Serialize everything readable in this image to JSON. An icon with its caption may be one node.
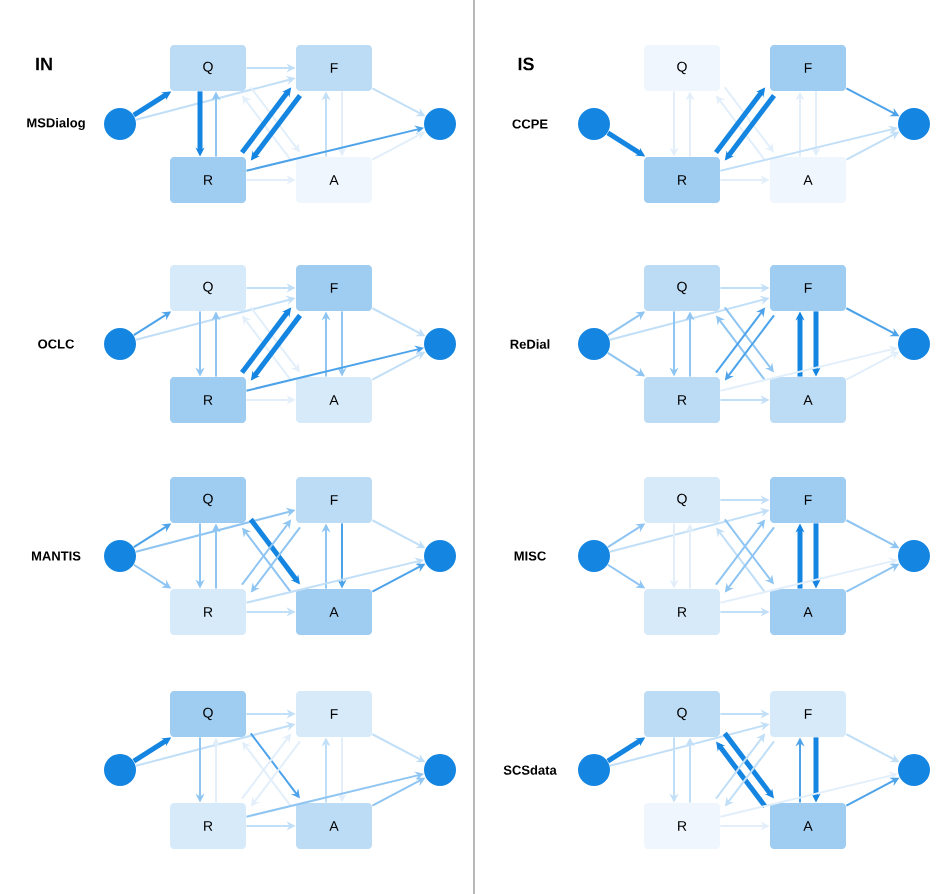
{
  "diagram": {
    "nodes": [
      {
        "text": [],
        "shape": "circle"
      },
      {
        "text": [
          "Q"
        ]
      },
      {
        "text": [
          "F"
        ]
      },
      {
        "text": [
          "R"
        ]
      },
      {
        "text": [
          "A"
        ]
      },
      {
        "text": [],
        "shape": "circle"
      },
      {
        "text": [],
        "shape": "circle"
      },
      {
        "text": [
          "Q"
        ]
      },
      {
        "text": [
          "F"
        ]
      },
      {
        "text": [
          "R"
        ]
      },
      {
        "text": [
          "A"
        ]
      },
      {
        "text": [],
        "shape": "circle"
      },
      {
        "text": [],
        "shape": "circle"
      },
      {
        "text": [
          "Q"
        ]
      },
      {
        "text": [
          "F"
        ]
      },
      {
        "text": [
          "R"
        ]
      },
      {
        "text": [
          "A"
        ]
      },
      {
        "text": [],
        "shape": "circle"
      },
      {
        "text": [],
        "shape": "circle"
      },
      {
        "text": [
          "Q"
        ]
      },
      {
        "text": [
          "F"
        ]
      },
      {
        "text": [
          "R"
        ]
      },
      {
        "text": [
          "A"
        ]
      },
      {
        "text": [],
        "shape": "circle"
      },
      {
        "text": [],
        "shape": "circle"
      },
      {
        "text": [
          "Q"
        ]
      },
      {
        "text": [
          "F"
        ]
      },
      {
        "text": [
          "R"
        ]
      },
      {
        "text": [
          "A"
        ]
      },
      {
        "text": [],
        "shape": "circle"
      },
      {
        "text": [],
        "shape": "circle"
      },
      {
        "text": [
          "Q"
        ]
      },
      {
        "text": [
          "F"
        ]
      },
      {
        "text": [
          "R"
        ]
      },
      {
        "text": [
          "A"
        ]
      },
      {
        "text": [],
        "shape": "circle"
      },
      {
        "text": [],
        "shape": "circle"
      },
      {
        "text": [
          "Q"
        ]
      },
      {
        "text": [
          "F"
        ]
      },
      {
        "text": [
          "R"
        ]
      },
      {
        "text": [
          "A"
        ]
      },
      {
        "text": [],
        "shape": "circle"
      },
      {
        "text": [],
        "shape": "circle"
      },
      {
        "text": [
          "Q"
        ]
      },
      {
        "text": [
          "F"
        ]
      },
      {
        "text": [
          "R"
        ]
      },
      {
        "text": [
          "A"
        ]
      },
      {
        "text": [],
        "shape": "circle"
      }
    ],
    "edges": [
      {
        "from": 0,
        "to": 1,
        "arrow": "to",
        "style": "thick",
        "color": "#1585e2"
      },
      {
        "from": 0,
        "to": 2,
        "arrow": "to",
        "color": "#c2dff8"
      },
      {
        "from": 1,
        "to": 3,
        "arrow": "to",
        "style": "thick",
        "color": "#1585e2"
      },
      {
        "from": 3,
        "to": 1,
        "arrow": "to",
        "color": "#8fc5f2"
      },
      {
        "from": 1,
        "to": 2,
        "arrow": "to",
        "color": "#c2dff8"
      },
      {
        "from": 1,
        "to": 4,
        "arrow": "to",
        "color": "#e2effb"
      },
      {
        "from": 4,
        "to": 1,
        "arrow": "to",
        "color": "#e2effb"
      },
      {
        "from": 3,
        "to": 2,
        "arrow": "to",
        "style": "thick",
        "color": "#1585e2"
      },
      {
        "from": 2,
        "to": 3,
        "arrow": "to",
        "style": "thick",
        "color": "#1585e2"
      },
      {
        "from": 2,
        "to": 4,
        "arrow": "to",
        "color": "#e2effb"
      },
      {
        "from": 4,
        "to": 2,
        "arrow": "to",
        "color": "#c2dff8"
      },
      {
        "from": 3,
        "to": 4,
        "arrow": "to",
        "color": "#e2effb"
      },
      {
        "from": 2,
        "to": 5,
        "arrow": "to",
        "color": "#c2dff8"
      },
      {
        "from": 3,
        "to": 5,
        "arrow": "to",
        "color": "#4da3ea"
      },
      {
        "from": 4,
        "to": 5,
        "arrow": "to",
        "color": "#e2effb"
      },
      {
        "from": 6,
        "to": 7,
        "arrow": "to",
        "color": "#4da3ea"
      },
      {
        "from": 6,
        "to": 8,
        "arrow": "to",
        "color": "#c2dff8"
      },
      {
        "from": 7,
        "to": 9,
        "arrow": "to",
        "color": "#8fc5f2"
      },
      {
        "from": 9,
        "to": 7,
        "arrow": "to",
        "color": "#8fc5f2"
      },
      {
        "from": 7,
        "to": 8,
        "arrow": "to",
        "color": "#c2dff8"
      },
      {
        "from": 7,
        "to": 10,
        "arrow": "to",
        "color": "#e2effb"
      },
      {
        "from": 10,
        "to": 7,
        "arrow": "to",
        "color": "#e2effb"
      },
      {
        "from": 9,
        "to": 8,
        "arrow": "to",
        "style": "thick",
        "color": "#1585e2"
      },
      {
        "from": 8,
        "to": 9,
        "arrow": "to",
        "style": "thick",
        "color": "#1585e2"
      },
      {
        "from": 8,
        "to": 10,
        "arrow": "to",
        "color": "#8fc5f2"
      },
      {
        "from": 10,
        "to": 8,
        "arrow": "to",
        "color": "#8fc5f2"
      },
      {
        "from": 9,
        "to": 10,
        "arrow": "to",
        "color": "#e2effb"
      },
      {
        "from": 8,
        "to": 11,
        "arrow": "to",
        "color": "#c2dff8"
      },
      {
        "from": 9,
        "to": 11,
        "arrow": "to",
        "color": "#4da3ea"
      },
      {
        "from": 10,
        "to": 11,
        "arrow": "to",
        "color": "#c2dff8"
      },
      {
        "from": 12,
        "to": 13,
        "arrow": "to",
        "color": "#4da3ea"
      },
      {
        "from": 12,
        "to": 14,
        "arrow": "to",
        "color": "#8fc5f2"
      },
      {
        "from": 12,
        "to": 15,
        "arrow": "to",
        "color": "#8fc5f2"
      },
      {
        "from": 13,
        "to": 15,
        "arrow": "to",
        "color": "#8fc5f2"
      },
      {
        "from": 15,
        "to": 13,
        "arrow": "to",
        "color": "#8fc5f2"
      },
      {
        "from": 13,
        "to": 16,
        "arrow": "to",
        "style": "thick",
        "color": "#1585e2"
      },
      {
        "from": 16,
        "to": 13,
        "arrow": "to",
        "color": "#8fc5f2"
      },
      {
        "from": 15,
        "to": 14,
        "arrow": "to",
        "color": "#8fc5f2"
      },
      {
        "from": 14,
        "to": 15,
        "arrow": "to",
        "color": "#8fc5f2"
      },
      {
        "from": 14,
        "to": 16,
        "arrow": "to",
        "color": "#4da3ea"
      },
      {
        "from": 16,
        "to": 14,
        "arrow": "to",
        "color": "#8fc5f2"
      },
      {
        "from": 15,
        "to": 16,
        "arrow": "to",
        "color": "#c2dff8"
      },
      {
        "from": 14,
        "to": 17,
        "arrow": "to",
        "color": "#c2dff8"
      },
      {
        "from": 15,
        "to": 17,
        "arrow": "to",
        "color": "#c2dff8"
      },
      {
        "from": 16,
        "to": 17,
        "arrow": "to",
        "color": "#4da3ea"
      },
      {
        "from": 18,
        "to": 19,
        "arrow": "to",
        "style": "thick",
        "color": "#1585e2"
      },
      {
        "from": 18,
        "to": 20,
        "arrow": "to",
        "color": "#c2dff8"
      },
      {
        "from": 19,
        "to": 21,
        "arrow": "to",
        "color": "#8fc5f2"
      },
      {
        "from": 21,
        "to": 19,
        "arrow": "to",
        "color": "#e2effb"
      },
      {
        "from": 19,
        "to": 20,
        "arrow": "to",
        "color": "#c2dff8"
      },
      {
        "from": 19,
        "to": 22,
        "arrow": "to",
        "color": "#4da3ea"
      },
      {
        "from": 22,
        "to": 19,
        "arrow": "to",
        "color": "#e2effb"
      },
      {
        "from": 21,
        "to": 20,
        "arrow": "to",
        "color": "#e2effb"
      },
      {
        "from": 20,
        "to": 21,
        "arrow": "to",
        "color": "#e2effb"
      },
      {
        "from": 20,
        "to": 22,
        "arrow": "to",
        "color": "#e2effb"
      },
      {
        "from": 22,
        "to": 20,
        "arrow": "to",
        "color": "#c2dff8"
      },
      {
        "from": 21,
        "to": 22,
        "arrow": "to",
        "color": "#c2dff8"
      },
      {
        "from": 20,
        "to": 23,
        "arrow": "to",
        "color": "#c2dff8"
      },
      {
        "from": 21,
        "to": 23,
        "arrow": "to",
        "color": "#8fc5f2"
      },
      {
        "from": 22,
        "to": 23,
        "arrow": "to",
        "color": "#8fc5f2"
      },
      {
        "from": 24,
        "to": 27,
        "arrow": "to",
        "style": "thick",
        "color": "#1585e2"
      },
      {
        "from": 25,
        "to": 27,
        "arrow": "to",
        "color": "#e2effb"
      },
      {
        "from": 27,
        "to": 25,
        "arrow": "to",
        "color": "#e2effb"
      },
      {
        "from": 25,
        "to": 28,
        "arrow": "to",
        "color": "#e2effb"
      },
      {
        "from": 28,
        "to": 25,
        "arrow": "to",
        "color": "#e2effb"
      },
      {
        "from": 27,
        "to": 26,
        "arrow": "to",
        "style": "thick",
        "color": "#1585e2"
      },
      {
        "from": 26,
        "to": 27,
        "arrow": "to",
        "style": "thick",
        "color": "#1585e2"
      },
      {
        "from": 26,
        "to": 28,
        "arrow": "to",
        "color": "#e2effb"
      },
      {
        "from": 28,
        "to": 26,
        "arrow": "to",
        "color": "#e2effb"
      },
      {
        "from": 27,
        "to": 28,
        "arrow": "to",
        "color": "#e2effb"
      },
      {
        "from": 26,
        "to": 29,
        "arrow": "to",
        "color": "#4da3ea"
      },
      {
        "from": 27,
        "to": 29,
        "arrow": "to",
        "color": "#c2dff8"
      },
      {
        "from": 28,
        "to": 29,
        "arrow": "to",
        "color": "#c2dff8"
      },
      {
        "from": 30,
        "to": 31,
        "arrow": "to",
        "color": "#8fc5f2"
      },
      {
        "from": 30,
        "to": 32,
        "arrow": "to",
        "color": "#c2dff8"
      },
      {
        "from": 30,
        "to": 33,
        "arrow": "to",
        "color": "#8fc5f2"
      },
      {
        "from": 31,
        "to": 33,
        "arrow": "to",
        "color": "#8fc5f2"
      },
      {
        "from": 33,
        "to": 31,
        "arrow": "to",
        "color": "#8fc5f2"
      },
      {
        "from": 31,
        "to": 32,
        "arrow": "to",
        "color": "#c2dff8"
      },
      {
        "from": 31,
        "to": 34,
        "arrow": "to",
        "color": "#8fc5f2"
      },
      {
        "from": 34,
        "to": 31,
        "arrow": "to",
        "color": "#8fc5f2"
      },
      {
        "from": 33,
        "to": 32,
        "arrow": "to",
        "color": "#4da3ea"
      },
      {
        "from": 32,
        "to": 33,
        "arrow": "to",
        "color": "#4da3ea"
      },
      {
        "from": 32,
        "to": 34,
        "arrow": "to",
        "style": "thick",
        "color": "#1585e2"
      },
      {
        "from": 34,
        "to": 32,
        "arrow": "to",
        "style": "thick",
        "color": "#1585e2"
      },
      {
        "from": 33,
        "to": 34,
        "arrow": "to",
        "color": "#c2dff8"
      },
      {
        "from": 32,
        "to": 35,
        "arrow": "to",
        "color": "#4da3ea"
      },
      {
        "from": 33,
        "to": 35,
        "arrow": "to",
        "color": "#e2effb"
      },
      {
        "from": 34,
        "to": 35,
        "arrow": "to",
        "color": "#e2effb"
      },
      {
        "from": 36,
        "to": 37,
        "arrow": "to",
        "color": "#8fc5f2"
      },
      {
        "from": 36,
        "to": 38,
        "arrow": "to",
        "color": "#c2dff8"
      },
      {
        "from": 36,
        "to": 39,
        "arrow": "to",
        "color": "#8fc5f2"
      },
      {
        "from": 37,
        "to": 39,
        "arrow": "to",
        "color": "#e2effb"
      },
      {
        "from": 39,
        "to": 37,
        "arrow": "to",
        "color": "#e2effb"
      },
      {
        "from": 37,
        "to": 38,
        "arrow": "to",
        "color": "#c2dff8"
      },
      {
        "from": 37,
        "to": 40,
        "arrow": "to",
        "color": "#8fc5f2"
      },
      {
        "from": 40,
        "to": 37,
        "arrow": "to",
        "color": "#c2dff8"
      },
      {
        "from": 39,
        "to": 38,
        "arrow": "to",
        "color": "#8fc5f2"
      },
      {
        "from": 38,
        "to": 39,
        "arrow": "to",
        "color": "#8fc5f2"
      },
      {
        "from": 38,
        "to": 40,
        "arrow": "to",
        "style": "thick",
        "color": "#1585e2"
      },
      {
        "from": 40,
        "to": 38,
        "arrow": "to",
        "style": "thick",
        "color": "#1585e2"
      },
      {
        "from": 39,
        "to": 40,
        "arrow": "to",
        "color": "#c2dff8"
      },
      {
        "from": 38,
        "to": 41,
        "arrow": "to",
        "color": "#8fc5f2"
      },
      {
        "from": 39,
        "to": 41,
        "arrow": "to",
        "color": "#e2effb"
      },
      {
        "from": 40,
        "to": 41,
        "arrow": "to",
        "color": "#8fc5f2"
      },
      {
        "from": 42,
        "to": 43,
        "arrow": "to",
        "style": "thick",
        "color": "#1585e2"
      },
      {
        "from": 42,
        "to": 44,
        "arrow": "to",
        "color": "#c2dff8"
      },
      {
        "from": 43,
        "to": 45,
        "arrow": "to",
        "color": "#c2dff8"
      },
      {
        "from": 45,
        "to": 43,
        "arrow": "to",
        "color": "#c2dff8"
      },
      {
        "from": 43,
        "to": 44,
        "arrow": "to",
        "color": "#c2dff8"
      },
      {
        "from": 43,
        "to": 46,
        "arrow": "to",
        "style": "thick",
        "color": "#1585e2"
      },
      {
        "from": 46,
        "to": 43,
        "arrow": "to",
        "style": "thick",
        "color": "#1585e2"
      },
      {
        "from": 45,
        "to": 44,
        "arrow": "to",
        "color": "#c2dff8"
      },
      {
        "from": 44,
        "to": 45,
        "arrow": "to",
        "color": "#c2dff8"
      },
      {
        "from": 44,
        "to": 46,
        "arrow": "to",
        "style": "thick",
        "color": "#1585e2"
      },
      {
        "from": 46,
        "to": 44,
        "arrow": "to",
        "color": "#4da3ea"
      },
      {
        "from": 45,
        "to": 46,
        "arrow": "to",
        "color": "#e2effb"
      },
      {
        "from": 44,
        "to": 47,
        "arrow": "to",
        "color": "#c2dff8"
      },
      {
        "from": 45,
        "to": 47,
        "arrow": "to",
        "color": "#e2effb"
      },
      {
        "from": 46,
        "to": 47,
        "arrow": "to",
        "color": "#4da3ea"
      }
    ],
    "labels": [
      "IN",
      "MSDialog",
      "OCLC",
      "MANTIS",
      "IS",
      "CCPE",
      "ReDial",
      "MISC",
      "SCSdata"
    ]
  }
}
